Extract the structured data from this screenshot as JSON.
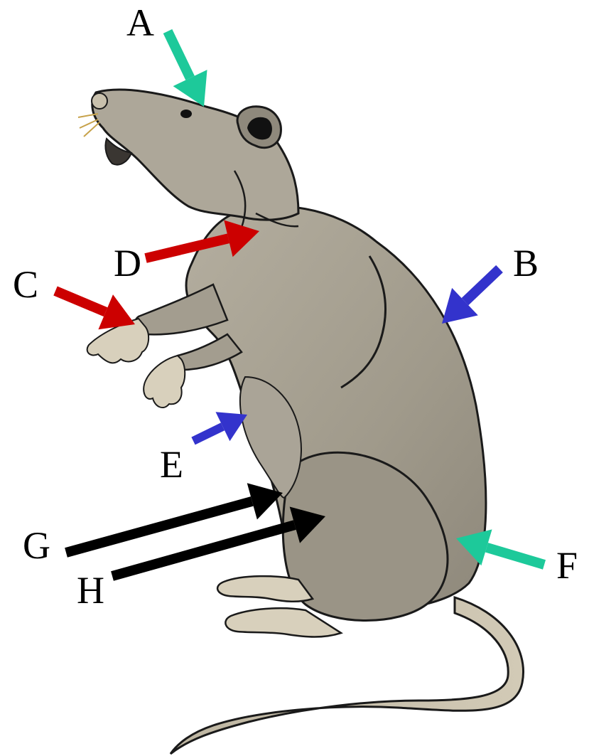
{
  "diagram": {
    "labels": [
      {
        "id": "A",
        "text": "A",
        "arrow_color": "#1dc99a"
      },
      {
        "id": "B",
        "text": "B",
        "arrow_color": "#3333cc"
      },
      {
        "id": "C",
        "text": "C",
        "arrow_color": "#cc0000"
      },
      {
        "id": "D",
        "text": "D",
        "arrow_color": "#cc0000"
      },
      {
        "id": "E",
        "text": "E",
        "arrow_color": "#3333cc"
      },
      {
        "id": "F",
        "text": "F",
        "arrow_color": "#1dc99a"
      },
      {
        "id": "G",
        "text": "G",
        "arrow_color": "#000000"
      },
      {
        "id": "H",
        "text": "H",
        "arrow_color": "#000000"
      }
    ],
    "colors": {
      "body_fill": "#a6a092",
      "body_shade": "#8d877a",
      "outline": "#1a1a1a",
      "paw_fill": "#d8d0bc",
      "tail_fill": "#c4bca8"
    }
  }
}
